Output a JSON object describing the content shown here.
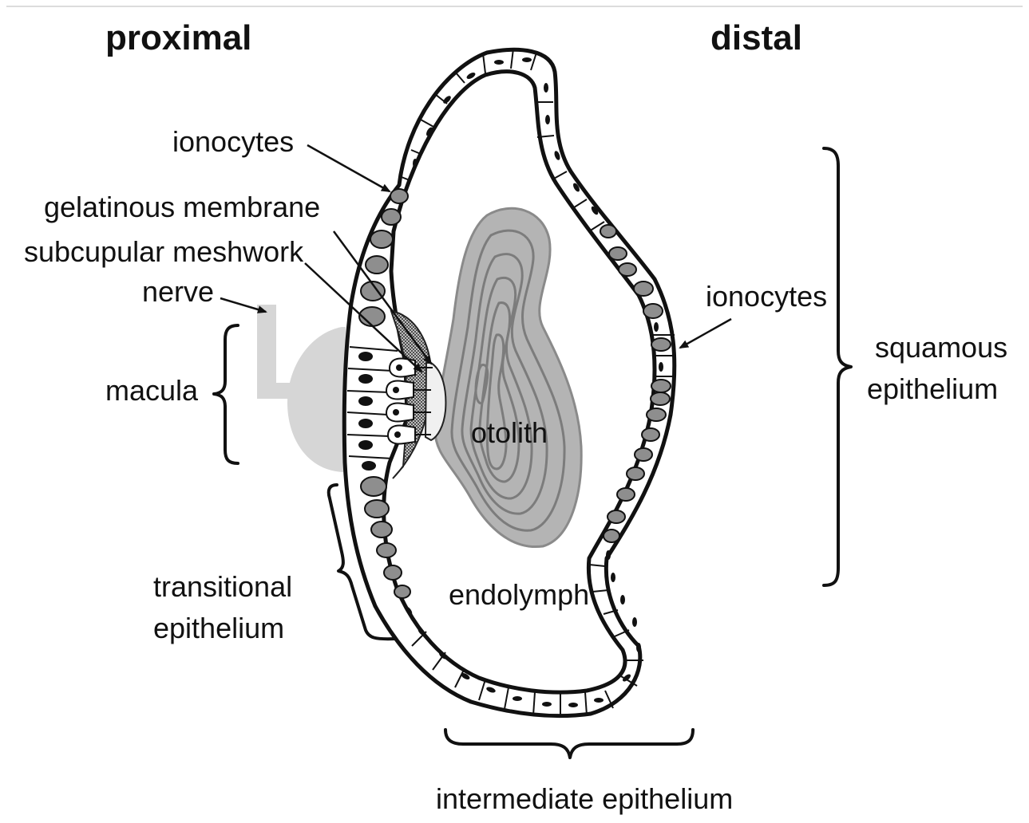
{
  "headings": {
    "left": "proximal",
    "right": "distal"
  },
  "labels": {
    "ionocytes_left": "ionocytes",
    "gelatinous_membrane": "gelatinous membrane",
    "subcupular_meshwork": "subcupular meshwork",
    "nerve": "nerve",
    "macula": "macula",
    "transitional_line1": "transitional",
    "transitional_line2": "epithelium",
    "otolith": "otolith",
    "endolymph": "endolymph",
    "ionocytes_right": "ionocytes",
    "squamous_line1": "squamous",
    "squamous_line2": "epithelium",
    "intermediate": "intermediate epithelium"
  },
  "colors": {
    "line": "#111111",
    "otolith_fill": "#b4b4b4",
    "otolith_rings": "#7c7c7c",
    "nerve_fill": "#d6d6d6",
    "ionocyte_fill": "#8e8e8e",
    "meshwork_fill": "#7a7a7a",
    "background": "#ffffff"
  }
}
